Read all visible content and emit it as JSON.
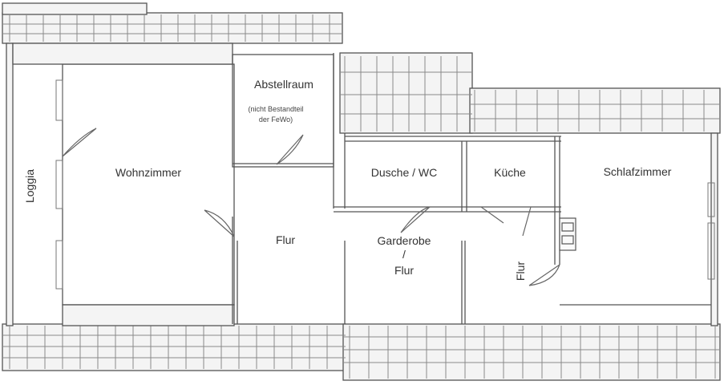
{
  "rooms": {
    "loggia": "Loggia",
    "wohnzimmer": "Wohnzimmer",
    "abstellraum": "Abstellraum",
    "abstellraum_note_1": "(nicht Bestandteil",
    "abstellraum_note_2": "der FeWo)",
    "flur_left": "Flur",
    "dusche_wc": "Dusche / WC",
    "kueche": "Küche",
    "schlafzimmer": "Schlafzimmer",
    "garderobe_1": "Garderobe",
    "garderobe_2": "/",
    "garderobe_3": "Flur",
    "flur_right": "Flur"
  }
}
